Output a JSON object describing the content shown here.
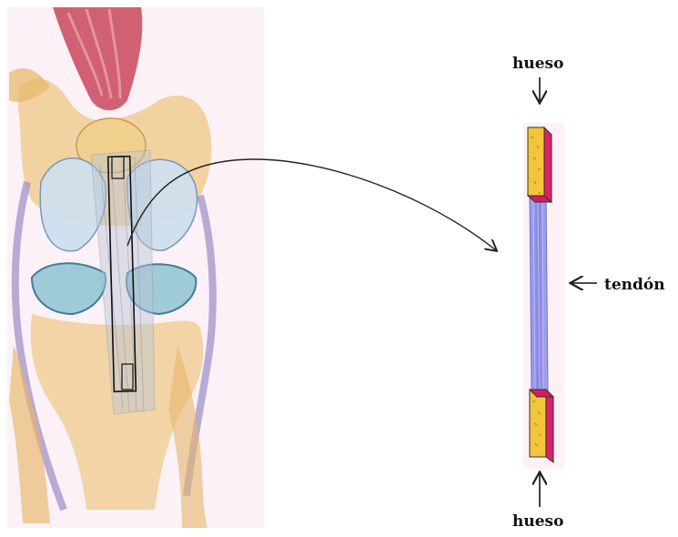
{
  "labels": {
    "bone_top": "hueso",
    "tendon": "tendón",
    "bone_bottom": "hueso"
  },
  "colors": {
    "bone": "#f2c53a",
    "bone_side": "#e0206a",
    "tendon": "#8a8ae6",
    "muscle": "#c9485b",
    "cartilage": "#cfe0ee",
    "knee_bone": "#efc784",
    "ligament": "#9a8cc8",
    "panel_tint": "#fbeff5",
    "line": "#222222"
  },
  "icons": [
    "arrow-down-icon",
    "arrow-left-icon",
    "arrow-up-icon",
    "curved-arrow-icon"
  ]
}
